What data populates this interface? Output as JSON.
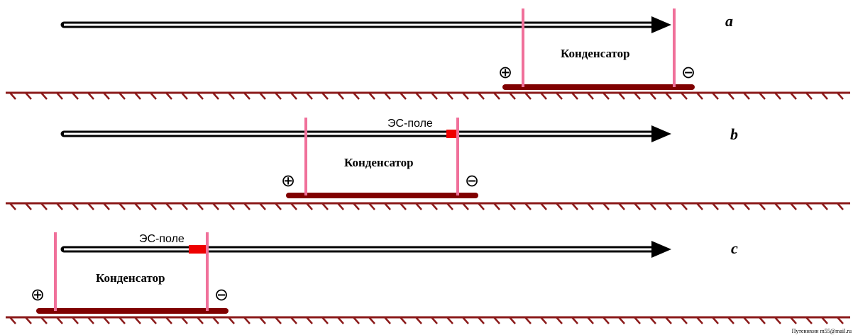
{
  "panels": [
    {
      "letter": "a",
      "capacitor_label": "Конденсатор",
      "field_label": "",
      "plus_sign": "⊕",
      "minus_sign": "⊖",
      "colors": {
        "plate": "#f0709a",
        "base": "#800000",
        "field": "#ee0000"
      }
    },
    {
      "letter": "b",
      "capacitor_label": "Конденсатор",
      "field_label": "ЭС-поле",
      "plus_sign": "⊕",
      "minus_sign": "⊖",
      "colors": {
        "plate": "#f0709a",
        "base": "#800000",
        "field": "#ee0000"
      }
    },
    {
      "letter": "c",
      "capacitor_label": "Конденсатор",
      "field_label": "ЭС-поле",
      "plus_sign": "⊕",
      "minus_sign": "⊖",
      "colors": {
        "plate": "#f0709a",
        "base": "#800000",
        "field": "#ee0000"
      }
    }
  ],
  "ground_color": "#8b1a1a",
  "credit": "Путенихин  m55@mail.ru"
}
